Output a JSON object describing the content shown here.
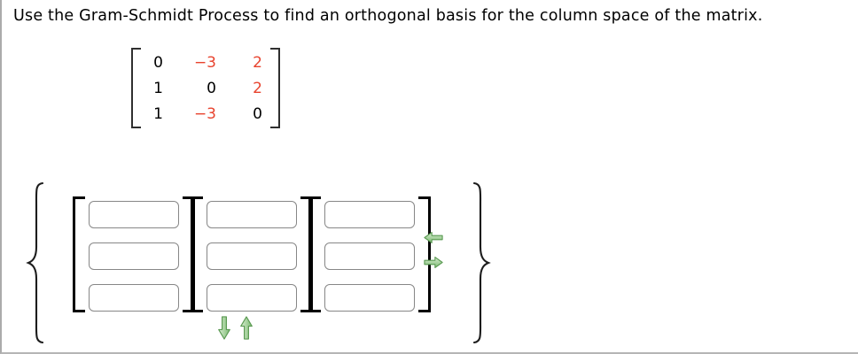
{
  "page": {
    "title": "Use the Gram-Schmidt Process to find an orthogonal basis for the column space of the matrix."
  },
  "matrix": {
    "rows": [
      {
        "cells": [
          {
            "text": "0",
            "color": "#000000"
          },
          {
            "text": "−3",
            "color": "#e8432e"
          },
          {
            "text": "2",
            "color": "#e8432e"
          }
        ]
      },
      {
        "cells": [
          {
            "text": "1",
            "color": "#000000"
          },
          {
            "text": "0",
            "color": "#000000"
          },
          {
            "text": "2",
            "color": "#e8432e"
          }
        ]
      },
      {
        "cells": [
          {
            "text": "1",
            "color": "#000000"
          },
          {
            "text": "−3",
            "color": "#e8432e"
          },
          {
            "text": "0",
            "color": "#000000"
          }
        ]
      }
    ]
  },
  "answer": {
    "vectors": [
      {
        "entries": [
          {
            "value": ""
          },
          {
            "value": ""
          },
          {
            "value": ""
          }
        ]
      },
      {
        "entries": [
          {
            "value": ""
          },
          {
            "value": ""
          },
          {
            "value": ""
          }
        ]
      },
      {
        "entries": [
          {
            "value": ""
          },
          {
            "value": ""
          },
          {
            "value": ""
          }
        ]
      }
    ],
    "controls": {
      "remove_column": "arrow-left-icon",
      "add_column": "arrow-right-icon",
      "remove_row": "arrow-down-icon",
      "add_row": "arrow-up-icon"
    },
    "arrow_fill_light": "#d8edd1",
    "arrow_fill_dark": "#7cba72",
    "arrow_stroke": "#5a9a52"
  }
}
